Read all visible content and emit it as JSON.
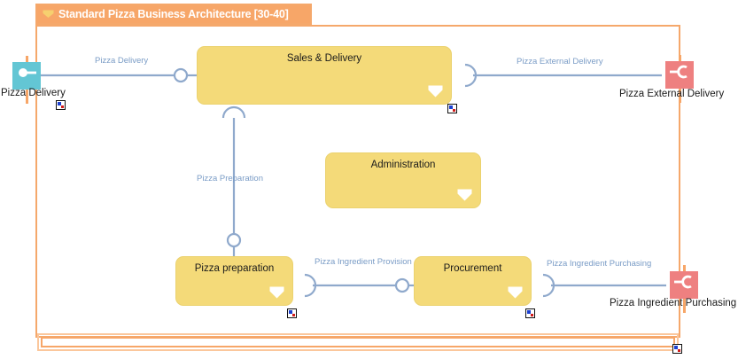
{
  "diagram": {
    "title": "Standard Pizza Business Architecture [30-40]",
    "title_icon": "business-function-icon",
    "frame_color": "#F7A668",
    "function_fill": "#F4DA79",
    "interface_provided_fill": "#63C6D4",
    "interface_required_fill": "#EE8080",
    "connector_color": "#7A9CC6",
    "label_color": "#7A9CC6"
  },
  "functions": [
    {
      "id": "sales-delivery",
      "label": "Sales & Delivery",
      "glyph": "business-function-icon",
      "badge": true
    },
    {
      "id": "administration",
      "label": "Administration",
      "glyph": "business-function-icon",
      "badge": false
    },
    {
      "id": "pizza-preparation",
      "label": "Pizza preparation",
      "glyph": "business-function-icon",
      "badge": true
    },
    {
      "id": "procurement",
      "label": "Procurement",
      "glyph": "business-function-icon",
      "badge": true
    }
  ],
  "interfaces": [
    {
      "id": "pizza-delivery",
      "label": "Pizza Delivery",
      "kind": "provided",
      "glyph": "provided-interface-icon",
      "badge": true
    },
    {
      "id": "pizza-external-delivery",
      "label": "Pizza External Delivery",
      "kind": "required",
      "glyph": "required-interface-icon",
      "badge": false
    },
    {
      "id": "pizza-ingredient-purchasing",
      "label": "Pizza Ingredient Purchasing",
      "kind": "required",
      "glyph": "required-interface-icon",
      "badge": false
    }
  ],
  "connections": [
    {
      "id": "conn-pizza-delivery",
      "label": "Pizza Delivery"
    },
    {
      "id": "conn-pizza-external-delivery",
      "label": "Pizza External Delivery"
    },
    {
      "id": "conn-pizza-preparation",
      "label": "Pizza Preparation"
    },
    {
      "id": "conn-pizza-ingredient-provision",
      "label": "Pizza Ingredient Provision"
    },
    {
      "id": "conn-pizza-ingredient-purchasing",
      "label": "Pizza Ingredient Purchasing"
    }
  ]
}
